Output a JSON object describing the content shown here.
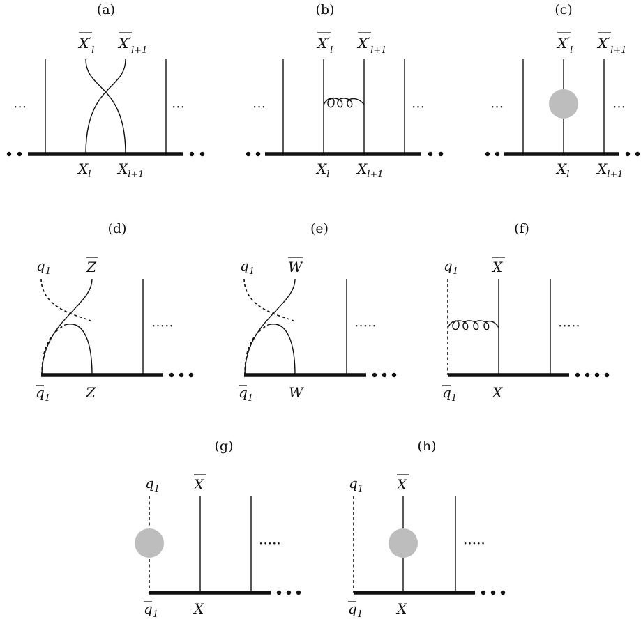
{
  "panels": [
    {
      "id": "a",
      "label": "(a)",
      "top": [
        "X̅′l",
        "X̅′l+1"
      ],
      "bottom": [
        "Xl",
        "Xl+1"
      ]
    },
    {
      "id": "b",
      "label": "(b)",
      "top": [
        "X̅′l",
        "X̅′l+1"
      ],
      "bottom": [
        "Xl",
        "Xl+1"
      ]
    },
    {
      "id": "c",
      "label": "(c)",
      "top": [
        "X̅′l",
        "X̅′l+1"
      ],
      "bottom": [
        "Xl",
        "Xl+1"
      ]
    },
    {
      "id": "d",
      "label": "(d)",
      "top": [
        "q1",
        "Z̅"
      ],
      "bottom": [
        "q̅1",
        "Z"
      ]
    },
    {
      "id": "e",
      "label": "(e)",
      "top": [
        "q1",
        "W̅"
      ],
      "bottom": [
        "q̅1",
        "W"
      ]
    },
    {
      "id": "f",
      "label": "(f)",
      "top": [
        "q1",
        "X̅"
      ],
      "bottom": [
        "q̅1",
        "X"
      ]
    },
    {
      "id": "g",
      "label": "(g)",
      "top": [
        "q1",
        "X̅"
      ],
      "bottom": [
        "q̅1",
        "X"
      ]
    },
    {
      "id": "h",
      "label": "(h)",
      "top": [
        "q1",
        "X̅"
      ],
      "bottom": [
        "q̅1",
        "X"
      ]
    }
  ],
  "ellipsis": {
    "short": "···",
    "long": "·····"
  },
  "colors": {
    "ink": "#111111",
    "blob": "#bdbdbd",
    "background": "#ffffff"
  }
}
